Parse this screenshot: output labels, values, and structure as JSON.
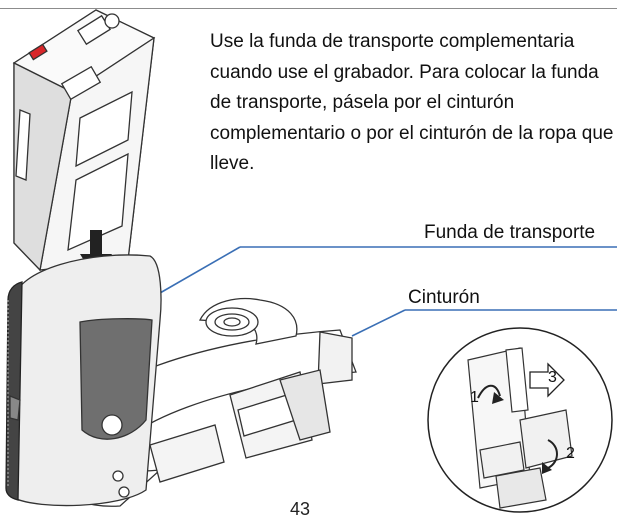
{
  "instructions": {
    "text": "Use la funda de transporte complementaria cuando use el grabador. Para colocar la funda de transporte, pásela por el cinturón complementario o por el cinturón de la ropa que lleve."
  },
  "callouts": {
    "case_label": "Funda de transporte",
    "belt_label": "Cinturón"
  },
  "inset": {
    "steps": [
      "1",
      "2",
      "3"
    ]
  },
  "page": {
    "number": "43"
  },
  "colors": {
    "callout_line": "#3a6fb5",
    "indicator_red": "#d8262a",
    "clip_gray": "#6f6f6f"
  }
}
